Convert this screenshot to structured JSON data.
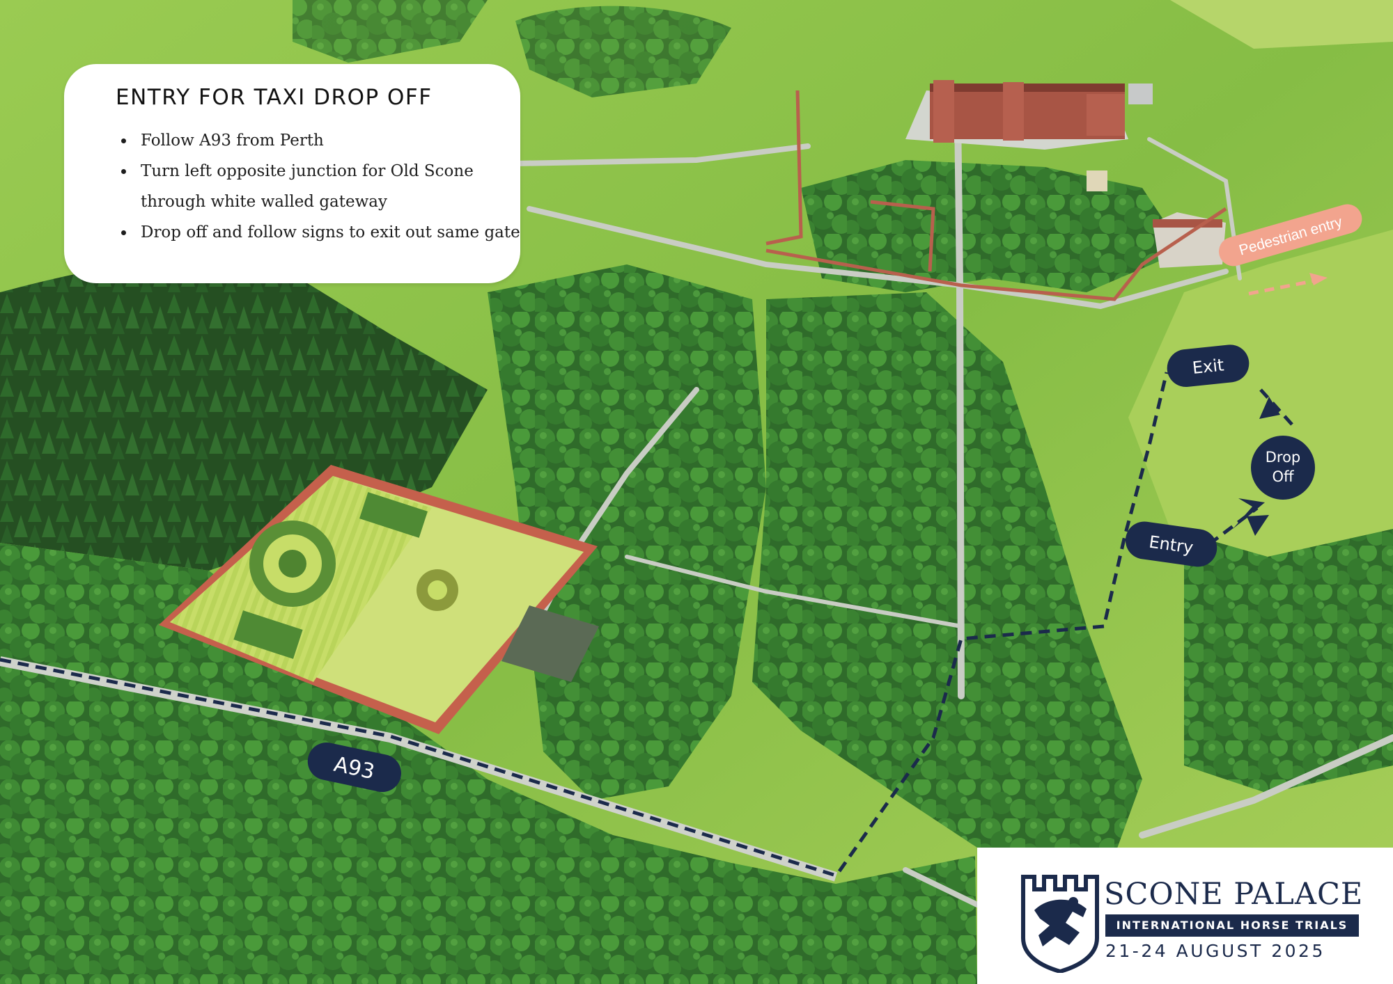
{
  "panel": {
    "title": "ENTRY FOR TAXI DROP OFF",
    "items": [
      "Follow A93 from Perth",
      "Turn left opposite junction for Old Scone",
      "through white walled gateway",
      "Drop off and follow signs to exit out same gate"
    ]
  },
  "map_labels": {
    "road": "A93",
    "exit": "Exit",
    "drop_off_line1": "Drop",
    "drop_off_line2": "Off",
    "entry": "Entry",
    "pedestrian_entry": "Pedestrian entry"
  },
  "logo": {
    "name": "SCONE PALACE",
    "subtitle": "INTERNATIONAL HORSE TRIALS",
    "dates": "21-24 AUGUST 2025"
  },
  "colors": {
    "route_navy": "#1b2a4b",
    "pedestrian_salmon": "#f2a48e",
    "grass": "#8cc24a",
    "woodland": "#2f6b2a",
    "brick": "#b8604d"
  }
}
